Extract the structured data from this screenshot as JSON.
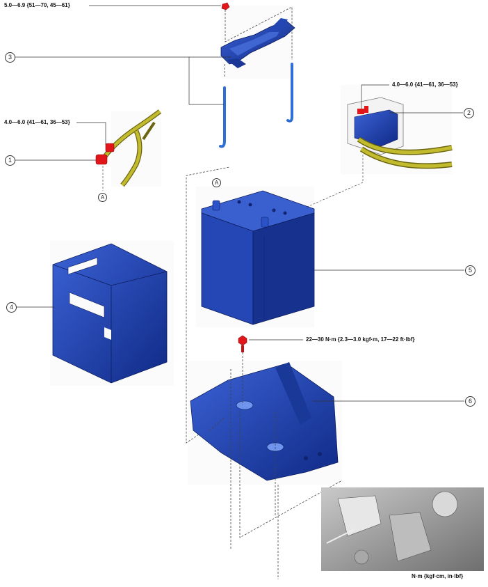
{
  "torque_specs": {
    "cover_bolt": "5.0—6.9 {51—70, 45—61}",
    "negative_terminal": "4.0—6.0 {41—61, 36—53}",
    "positive_terminal": "4.0—6.0 {41—61, 36—53}",
    "tray_bolt": "22—30 N·m {2.3—3.0 kgf·m, 17—22 ft·lbf}"
  },
  "callouts": [
    "1",
    "2",
    "3",
    "4",
    "5",
    "6"
  ],
  "ref_marks": {
    "a_cable": "A",
    "a_battery": "A"
  },
  "unit_note": "N·m {kgf·cm, in·lbf}",
  "colors": {
    "part_blue": "#1f3fa8",
    "part_dark": "#0e2470",
    "fastener_red": "#e0161b",
    "cable_olive": "#b8b025",
    "leader": "#333333"
  }
}
